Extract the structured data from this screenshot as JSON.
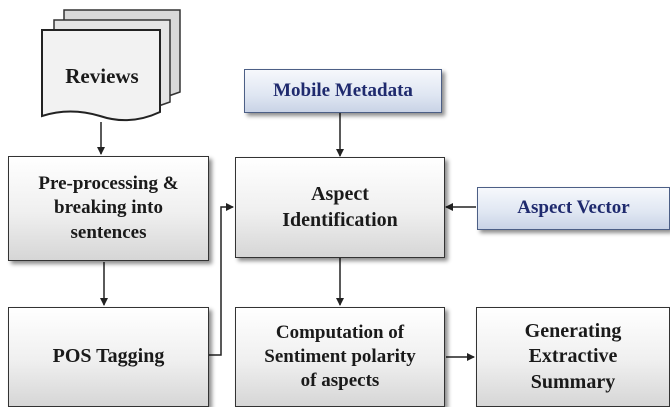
{
  "nodes": {
    "reviews": "Reviews",
    "mobile_metadata": "Mobile Metadata",
    "preprocessing": "Pre-processing &\nbreaking into\nsentences",
    "aspect_identification": "Aspect\nIdentification",
    "aspect_vector": "Aspect Vector",
    "pos_tagging": "POS Tagging",
    "sentiment_computation": "Computation of\nSentiment polarity\nof aspects",
    "extractive_summary": "Generating\nExtractive\nSummary"
  },
  "colors": {
    "box_border": "#333333",
    "arrow": "#222222",
    "input_text": "#1f2a6e"
  }
}
